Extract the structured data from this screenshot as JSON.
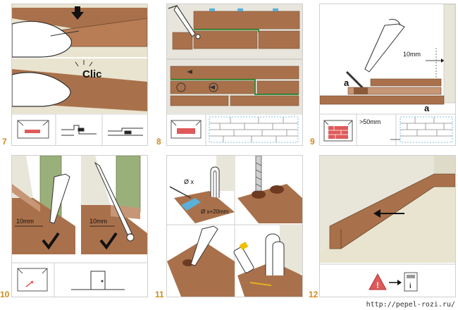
{
  "panels": [
    {
      "number": "7",
      "labels": {
        "click": "Clic"
      }
    },
    {
      "number": "8"
    },
    {
      "number": "9",
      "labels": {
        "gap": "10mm",
        "mark_a": "a",
        "min_distance": ">50mm"
      }
    },
    {
      "number": "10",
      "labels": {
        "gap_left": "10mm",
        "gap_right": "10mm"
      }
    },
    {
      "number": "11",
      "labels": {
        "diameter": "Ø x",
        "hole": "Ø x+20mm"
      }
    },
    {
      "number": "12"
    }
  ],
  "watermark": "http://pepel-rozi.ru/",
  "colors": {
    "wood": "#a9714b",
    "wood_light": "#c69676",
    "wall": "#e8e6d8",
    "floor_bg": "#e8e4d0",
    "brick": "#e05a5a",
    "pipe": "#ffffff",
    "number": "#d28a1e",
    "green": "#3a8a3a"
  }
}
